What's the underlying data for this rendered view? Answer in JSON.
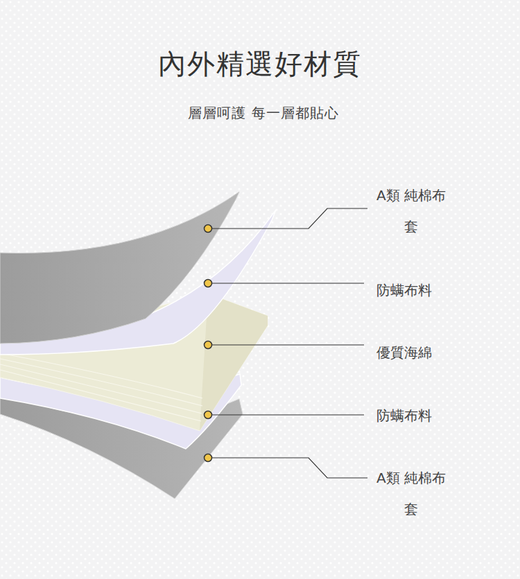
{
  "diagram": {
    "title": "內外精選好材質",
    "labels": [
      "層層呵護 每一層都貼心",
      "A類 純棉布套",
      "防螨布料",
      "優質海綿",
      "防螨布料",
      "A類 純棉布套"
    ]
  }
}
